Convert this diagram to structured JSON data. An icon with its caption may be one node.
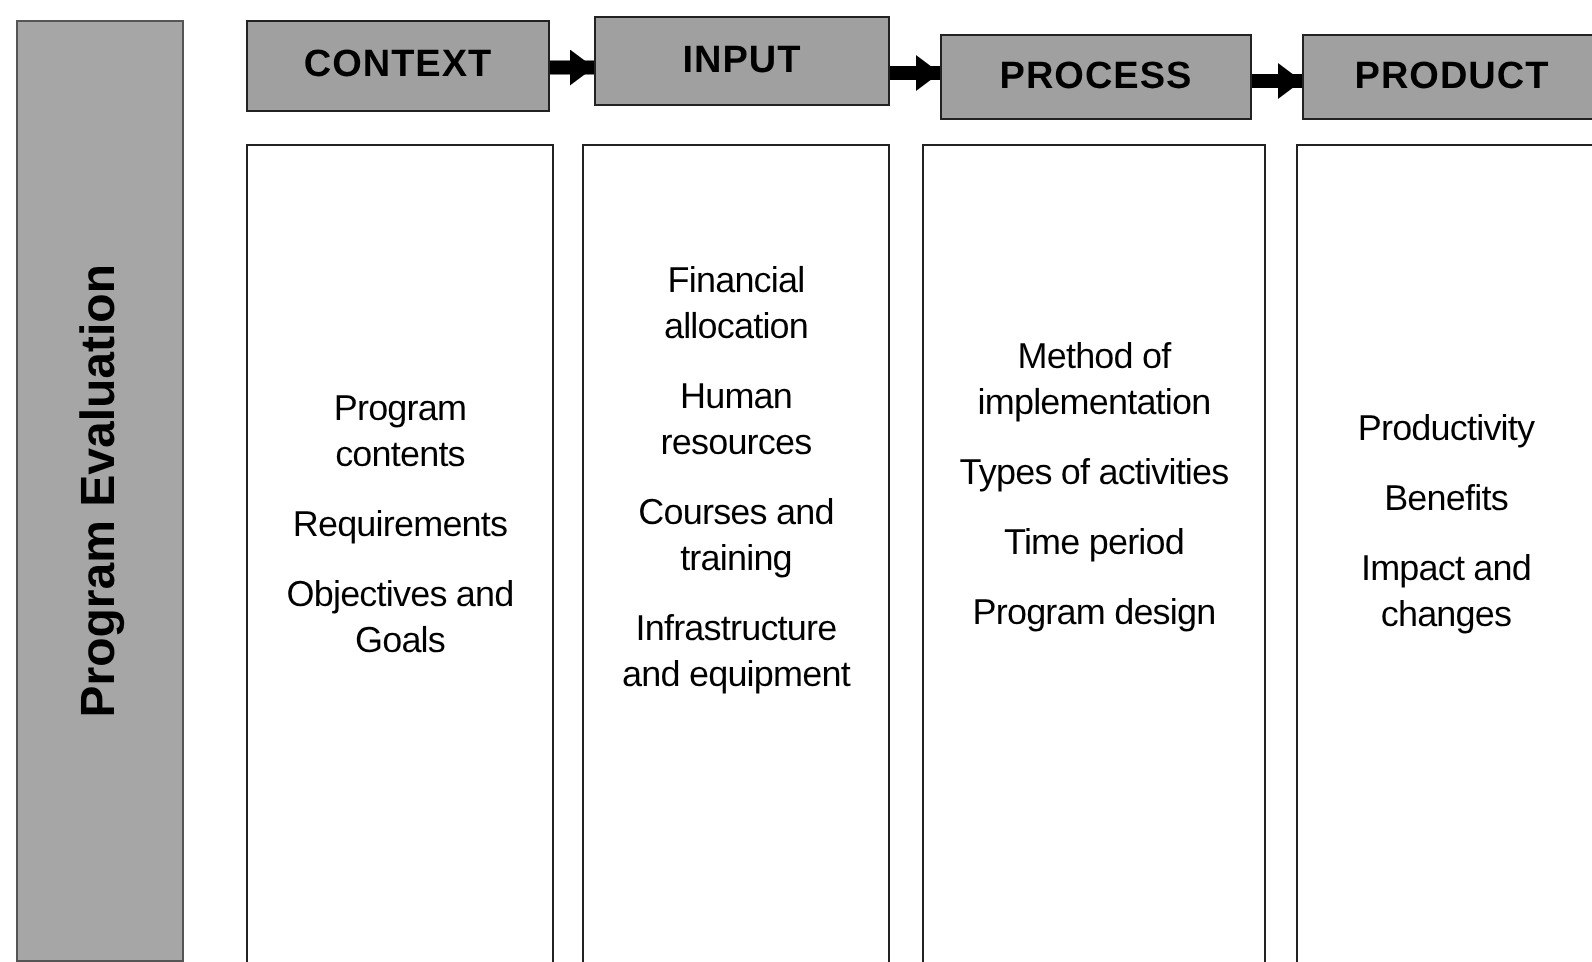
{
  "diagram": {
    "nodes": [
      {
        "text": [
          "Program Evaluation"
        ]
      },
      {
        "text": [
          "CONTEXT"
        ]
      },
      {
        "text": [
          "INPUT"
        ]
      },
      {
        "text": [
          "PROCESS"
        ]
      },
      {
        "text": [
          "PRODUCT"
        ]
      },
      {
        "text": [
          "Program contents",
          "Requirements",
          "Objectives and Goals"
        ]
      },
      {
        "text": [
          "Financial allocation",
          "Human resources",
          "Courses and training",
          "Infrastructure and equipment"
        ]
      },
      {
        "text": [
          "Method of implementation",
          "Types of activities",
          "Time period",
          "Program design"
        ]
      },
      {
        "text": [
          "Productivity",
          "Benefits",
          "Impact and changes"
        ]
      }
    ],
    "edges": [
      {
        "from": 1,
        "to": 2,
        "arrow": "to"
      },
      {
        "from": 2,
        "to": 3,
        "arrow": "to"
      },
      {
        "from": 3,
        "to": 4,
        "arrow": "to"
      }
    ]
  }
}
